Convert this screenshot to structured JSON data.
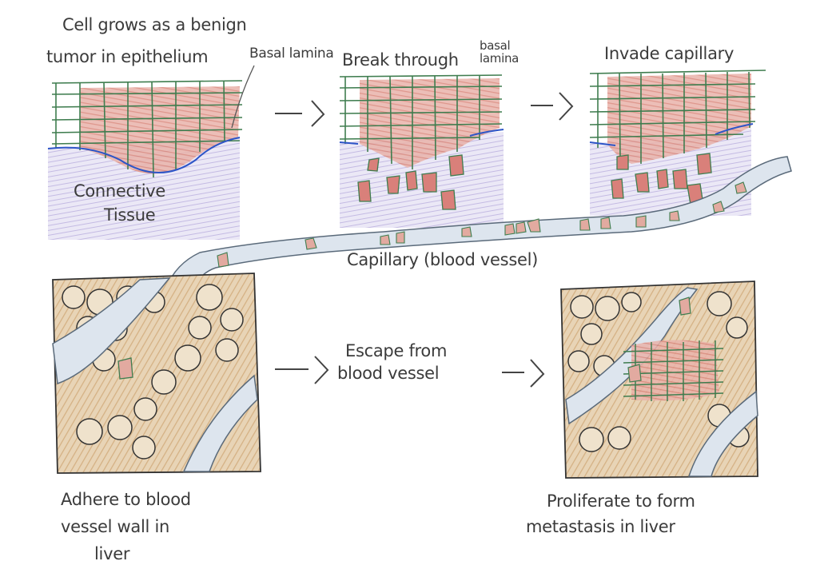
{
  "labels": {
    "benign_line1": "Cell grows as a benign",
    "benign_line2": "tumor in epithelium",
    "basal_lamina": "Basal lamina",
    "connective_line1": "Connective",
    "connective_line2": "Tissue",
    "break_through": "Break through",
    "basal_small_1": "basal",
    "basal_small_2": "lamina",
    "invade": "Invade capillary",
    "capillary": "Capillary (blood vessel)",
    "escape_line1": "Escape from",
    "escape_line2": "blood vessel",
    "adhere_line1": "Adhere to blood",
    "adhere_line2": "vessel wall in",
    "adhere_line3": "liver",
    "prolif_line1": "Proliferate to form",
    "prolif_line2": "metastasis in liver"
  },
  "colors": {
    "tumor_red": "#d98b80",
    "tumor_strong": "#c45a5a",
    "grid_green": "#3f7d4f",
    "basal_blue": "#2d55c7",
    "connective_lilac": "#d8d2ee",
    "vessel_blue": "#d7e0ea",
    "liver_tan": "#dcc09a",
    "ink": "#3b3b3b"
  }
}
